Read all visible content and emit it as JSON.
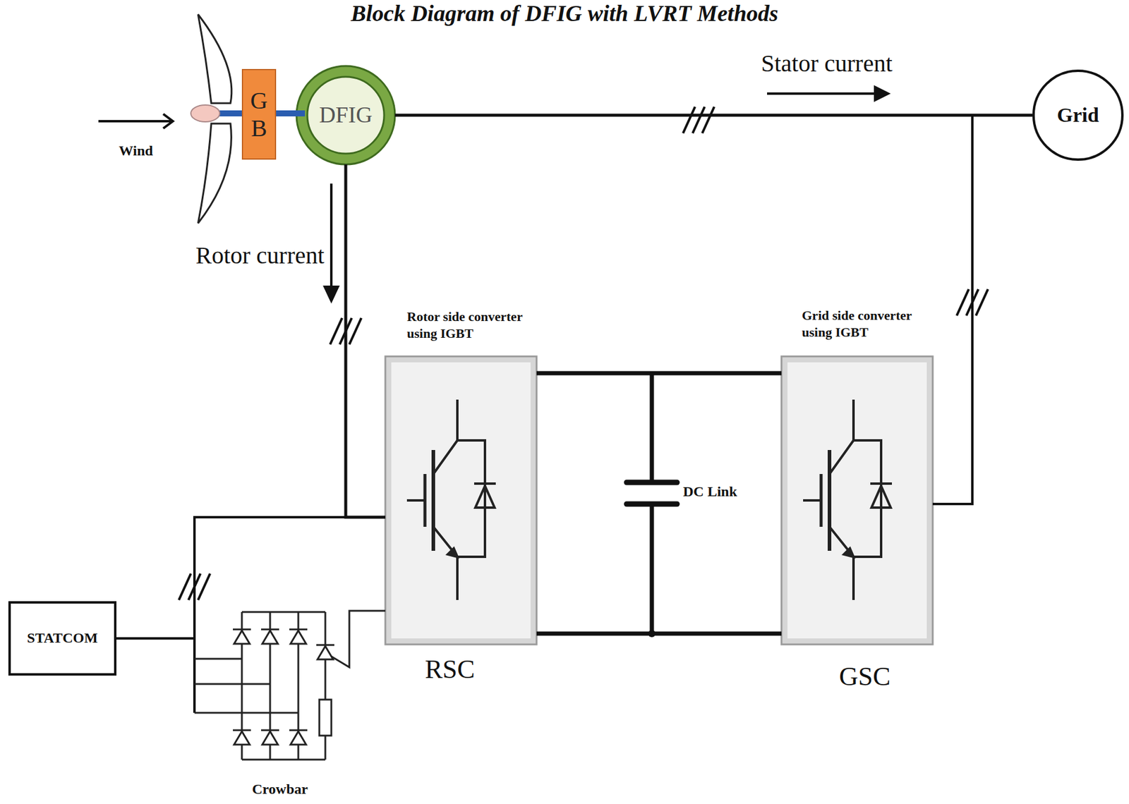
{
  "diagram": {
    "title": "Block Diagram of DFIG with LVRT Methods",
    "nodes": [
      {
        "text": [
          "G B"
        ]
      },
      {
        "text": [
          "DFIG"
        ]
      },
      {
        "text": [
          "Grid"
        ]
      },
      {
        "text": [
          "Rotor side converter using IGBT",
          "RSC"
        ]
      },
      {
        "text": [
          "Grid side converter using IGBT",
          "GSC"
        ]
      },
      {
        "text": [
          "STATCOM"
        ]
      }
    ],
    "edges": [
      {
        "from": 0,
        "to": 1,
        "arrow": "none"
      },
      {
        "from": 1,
        "to": 2,
        "arrow": "none"
      },
      {
        "from": 1,
        "to": 3,
        "arrow": "none"
      },
      {
        "from": 3,
        "to": 4,
        "arrow": "none"
      },
      {
        "from": 4,
        "to": 2,
        "arrow": "none"
      },
      {
        "from": 5,
        "to": 3,
        "arrow": "none"
      }
    ],
    "labels": [
      "Wind",
      "Stator current",
      "Rotor current",
      "DC Link",
      "Crowbar"
    ]
  }
}
